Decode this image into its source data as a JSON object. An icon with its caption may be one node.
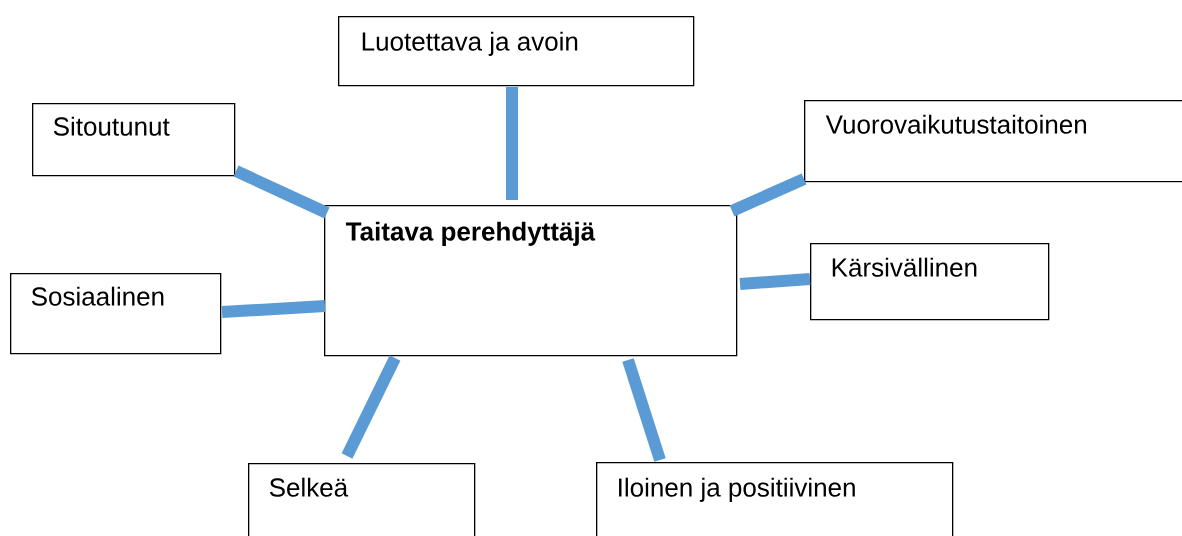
{
  "diagram": {
    "nodes": [
      {
        "text": [
          "Taitava perehdyttäjä"
        ]
      },
      {
        "text": [
          "Luotettava ja avoin"
        ]
      },
      {
        "text": [
          "Sitoutunut"
        ]
      },
      {
        "text": [
          "Vuorovaikutustaitoinen"
        ]
      },
      {
        "text": [
          "Kärsivällinen"
        ]
      },
      {
        "text": [
          "Sosiaalinen"
        ]
      },
      {
        "text": [
          "Selkeä"
        ]
      },
      {
        "text": [
          "Iloinen ja positiivinen"
        ]
      }
    ],
    "edges": [
      {
        "from": 0,
        "to": 1,
        "arrow": "none"
      },
      {
        "from": 0,
        "to": 2,
        "arrow": "none"
      },
      {
        "from": 0,
        "to": 3,
        "arrow": "none"
      },
      {
        "from": 0,
        "to": 4,
        "arrow": "none"
      },
      {
        "from": 0,
        "to": 5,
        "arrow": "none"
      },
      {
        "from": 0,
        "to": 6,
        "arrow": "none"
      },
      {
        "from": 0,
        "to": 7,
        "arrow": "none"
      }
    ]
  }
}
